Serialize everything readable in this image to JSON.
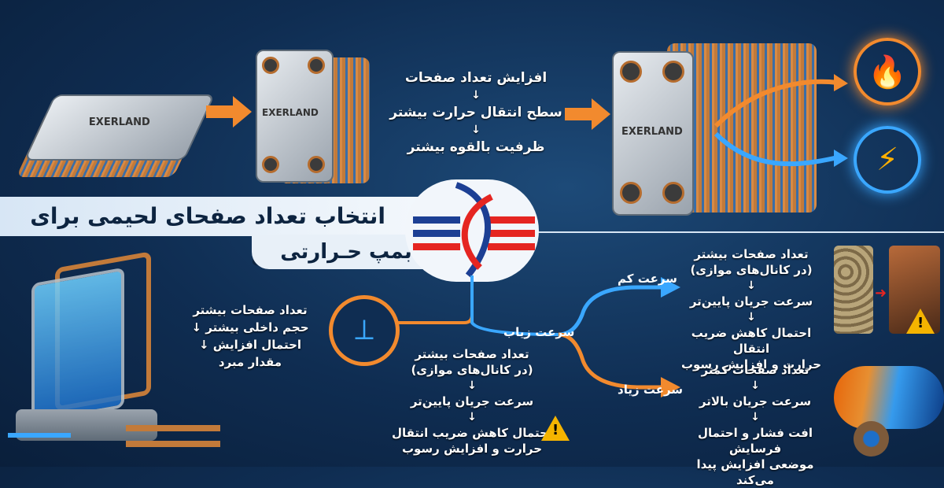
{
  "brand": "EXERLAND",
  "top_center": {
    "line1": "افزایش تعداد صفحات",
    "arrow1": "↓",
    "line2": "سطح انتقال حرارت بیشتر",
    "arrow2": "↓",
    "line3": "ظرفیت بالقوه بیشتر"
  },
  "banner": {
    "title": "انتخاب تعداد صفحای لحیمی برای پمپ حرارتی",
    "subtitle": "بمپ حـرارتی"
  },
  "left_middle": {
    "line1": "تعداد صفحات بیشتر",
    "line2": "حجم داخلی بیشتر ↓",
    "line3": "احتمال افزایش ↓",
    "line4": "مقدار مبرد"
  },
  "flow": {
    "center_label": "سرعت زیاب",
    "low_label": "سرعت کم",
    "high_label": "سرعت زیاد"
  },
  "bottom_center": {
    "line1": "تعداد صفحات بیشتر",
    "line2": "(در کانال‌های موازی)",
    "arrow1": "↓",
    "line3": "سرعت جریان پایین‌تر",
    "arrow2": "↓",
    "line4": "احتمال کاهش ضریب انتقال",
    "line5": "حرارت و افزایش رسوب"
  },
  "right_top": {
    "line1": "تعداد صفحات بیشتر",
    "line2": "(در کانال‌های موازی)",
    "arrow1": "↓",
    "line3": "سرعت جریان پایین‌تر",
    "arrow2": "↓",
    "line4": "احتمال کاهش ضریب انتقال",
    "line5": "حرارت و افزایش رسوب"
  },
  "right_bottom": {
    "line1": "تعداد صفحات کمتر",
    "arrow1": "↓",
    "line2": "سرعت جریان بالاتر",
    "arrow2": "↓",
    "line3": "افت فشار و احتمال فرسایش",
    "line4": "موضعی افزایش پیدا می‌کند"
  },
  "icons": {
    "fire": "fire-icon",
    "lightning": "lightning-icon",
    "pipe": "pipe-icon",
    "warning": "warning-icon"
  },
  "colors": {
    "orange": "#f28a2e",
    "blue": "#3aa7ff",
    "brand_red": "#e52521",
    "brand_blue": "#1c3f94"
  }
}
